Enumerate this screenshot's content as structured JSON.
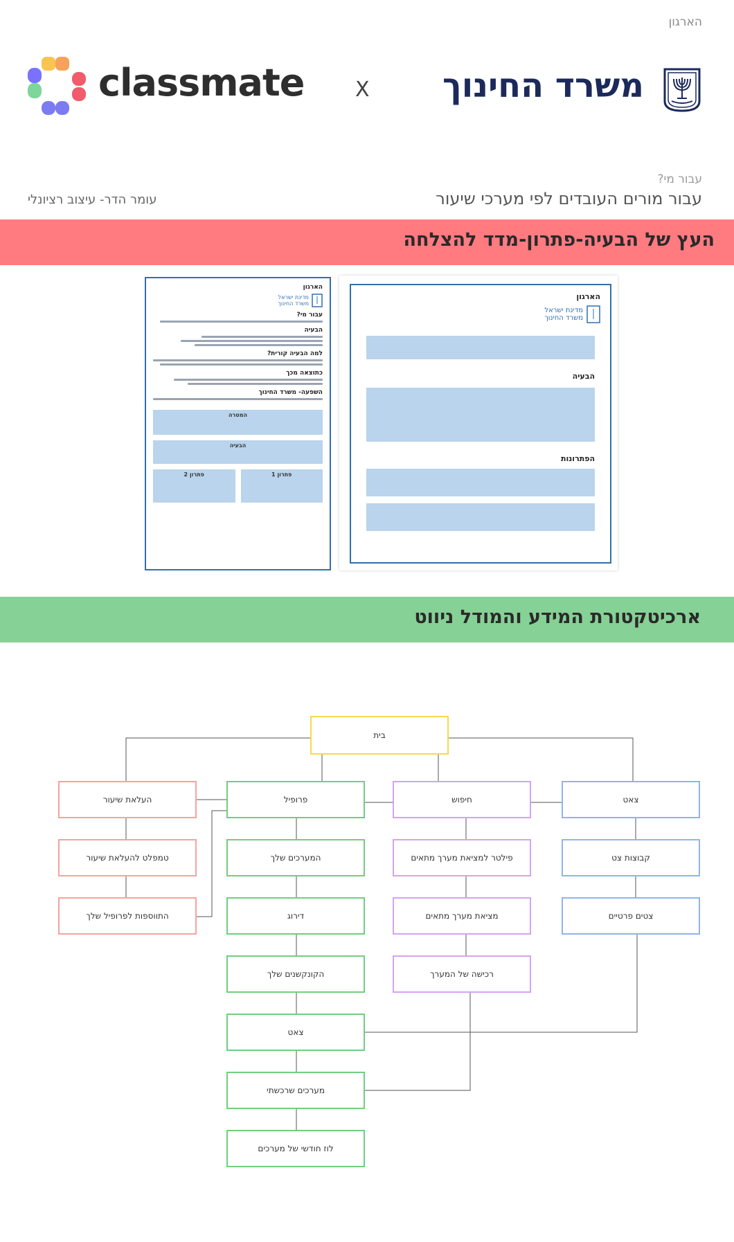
{
  "header": {
    "org_label": "הארגון",
    "classmate_text": "classmate",
    "separator": "X",
    "ministry_text": "משרד החינוך"
  },
  "intro": {
    "for_who_label": "עבור מי?",
    "for_who_text": "עבור מורים העובדים לפי מערכי שיעור",
    "author": "עומר הדר- עיצוב רציונלי"
  },
  "sections": {
    "problem_tree_title": "העץ של הבעיה-פתרון-מדד להצלחה",
    "architecture_title": "ארכיטקטורת המידע והמודל ניווט"
  },
  "doc_left": {
    "org": "הארגון",
    "state": "מדינת ישראל",
    "ministry": "משרד החינוך",
    "for_who": "עבור מי?",
    "problem": "הבעיה",
    "why": "למה הבעיה קורית?",
    "result": "כתוצאה מכך",
    "impact": "השפעה- משרד החינוך",
    "box_goal": "המטרה",
    "box_problem": "הבעיה",
    "sol1": "פתרון 1",
    "sol2": "פתרון 2"
  },
  "doc_right": {
    "org": "הארגון",
    "state": "מדינת ישראל",
    "ministry": "משרד החינוך",
    "problem": "הבעיה",
    "solutions": "הפתרונות"
  },
  "sitemap": {
    "home": "בית",
    "col_upload": [
      "העלאת שיעור",
      "טמפלט להעלאת שיעור",
      "התווספות לפרופיל שלך"
    ],
    "col_profile": [
      "פרופיל",
      "המערכים שלך",
      "דירוג",
      "הקונקשנים שלך",
      "צאט",
      "מערכים שרכשתי",
      "לוז חודשי של מערכים"
    ],
    "col_search": [
      "חיפוש",
      "פילטר למציאת מערך מתאים",
      "מציאת מערך מתאים",
      "רכישה של המערך"
    ],
    "col_chat": [
      "צאט",
      "קבוצות צט",
      "צטים פרטיים"
    ]
  },
  "colors": {
    "red_band": "#ff7b80",
    "green_band": "#86d195",
    "yellow_node": "#f6d94b",
    "red_node": "#f5a39f",
    "green_node": "#6fcf7e",
    "purple_node": "#d5a2f2",
    "blue_node": "#8fb4ee"
  }
}
